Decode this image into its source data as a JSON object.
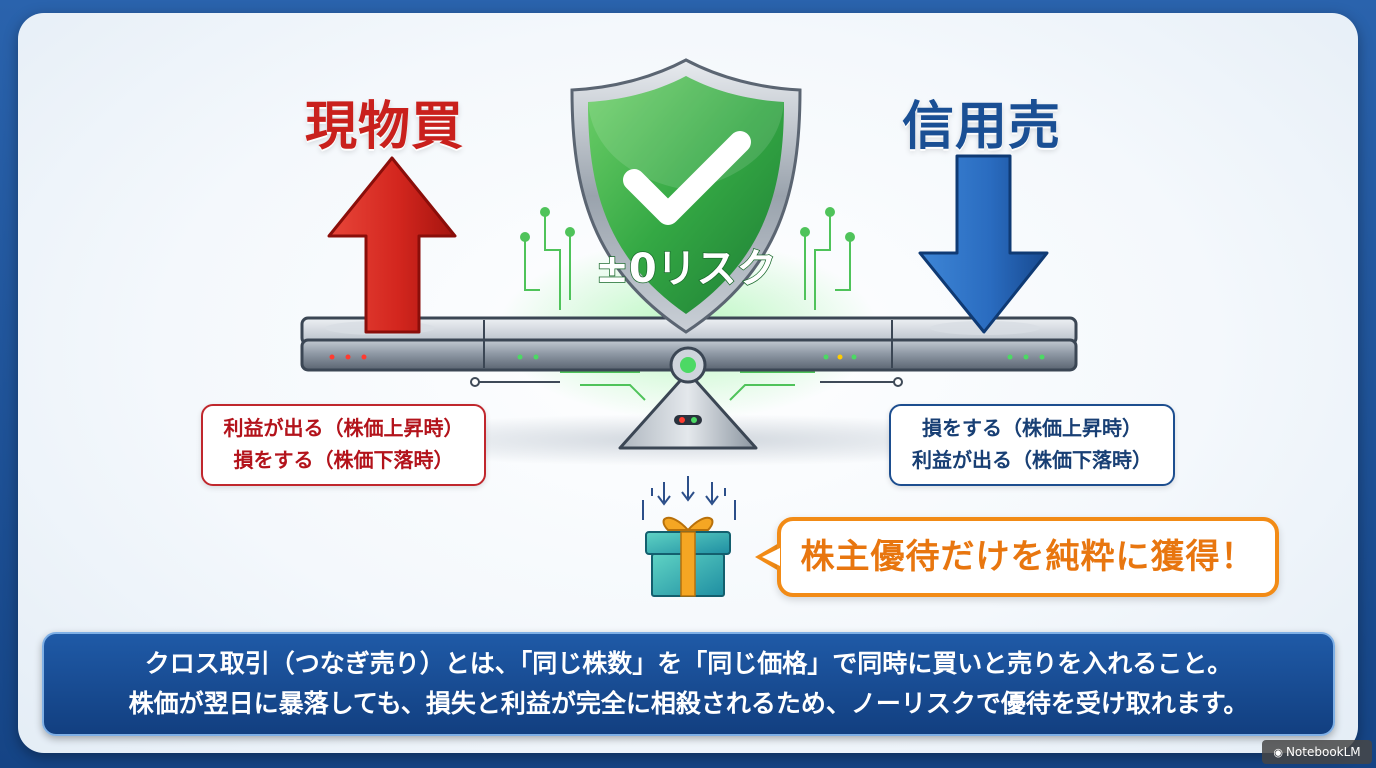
{
  "left": {
    "title": "現物買",
    "line1": "利益が出る（株価上昇時）",
    "line2": "損をする（株価下落時）",
    "color": "#c9201c"
  },
  "right": {
    "title": "信用売",
    "line1": "損をする（株価上昇時）",
    "line2": "利益が出る（株価下落時）",
    "color": "#1a4f94"
  },
  "shield": {
    "label": "±0リスク",
    "icon": "checkmark-icon",
    "color": "#3aa84a"
  },
  "benefit": {
    "text": "株主優待だけを純粋に獲得！",
    "icon": "gift-box-icon",
    "color": "#f28b16"
  },
  "explanation": {
    "line1": "クロス取引（つなぎ売り）とは、「同じ株数」を「同じ価格」で同時に買いと売りを入れること。",
    "line2": "株価が翌日に暴落しても、損失と利益が完全に相殺されるため、ノーリスクで優待を受け取れます。"
  },
  "watermark": {
    "text": "NotebookLM"
  }
}
